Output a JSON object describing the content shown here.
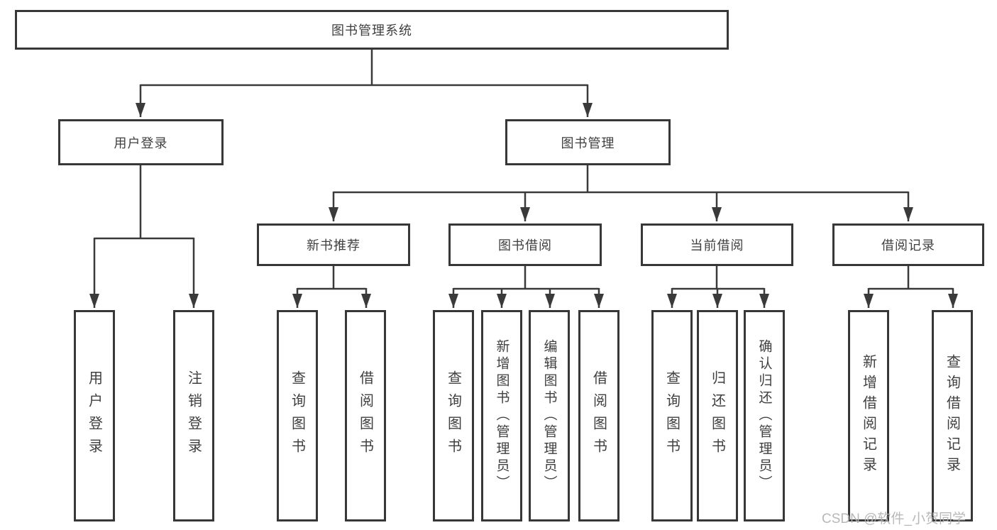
{
  "diagram": {
    "type": "hierarchy-flowchart",
    "colors": {
      "line": "#3a3a3a",
      "box_border": "#373737",
      "text": "#3f3f3f",
      "background": "#ffffff",
      "watermark": "#b2b2b2"
    },
    "root": {
      "label": "图书管理系统",
      "children": [
        {
          "label": "用户登录",
          "children": [
            {
              "label": "用户登录"
            },
            {
              "label": "注销登录"
            }
          ]
        },
        {
          "label": "图书管理",
          "children": [
            {
              "label": "新书推荐",
              "children": [
                {
                  "label": "查询图书"
                },
                {
                  "label": "借阅图书"
                }
              ]
            },
            {
              "label": "图书借阅",
              "children": [
                {
                  "label": "查询图书"
                },
                {
                  "label": "新增图书（管理员）"
                },
                {
                  "label": "编辑图书（管理员）"
                },
                {
                  "label": "借阅图书"
                }
              ]
            },
            {
              "label": "当前借阅",
              "children": [
                {
                  "label": "查询图书"
                },
                {
                  "label": "归还图书"
                },
                {
                  "label": "确认归还（管理员）"
                }
              ]
            },
            {
              "label": "借阅记录",
              "children": [
                {
                  "label": "新增借阅记录"
                },
                {
                  "label": "查询借阅记录"
                }
              ]
            }
          ]
        }
      ]
    }
  },
  "watermark": {
    "text": "CSDN @软件_小贺同学"
  }
}
